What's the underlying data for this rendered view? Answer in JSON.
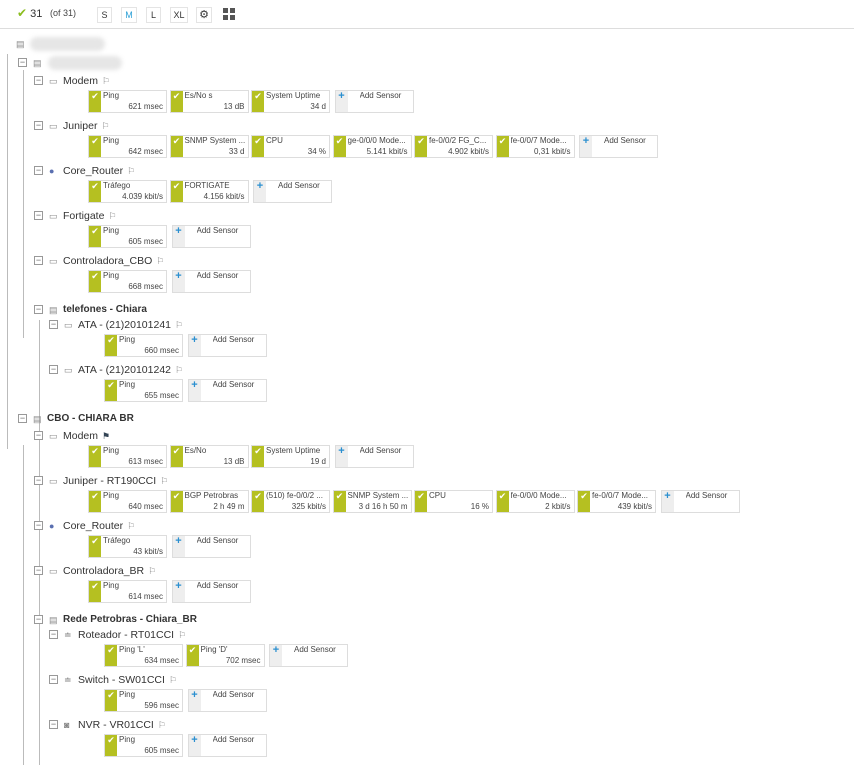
{
  "toolbar": {
    "count": "31",
    "of": "(of 31)",
    "sizes": [
      "S",
      "M",
      "L",
      "XL"
    ],
    "active_size": "M"
  },
  "add_label": "Add Sensor",
  "tree": [
    {
      "type": "blurred",
      "level": 0
    },
    {
      "type": "blurred",
      "level": 1
    },
    {
      "type": "device",
      "level": 2,
      "icon": "modem-icon",
      "name": "Modem",
      "flag": "outline",
      "sensors": [
        [
          "Ping",
          "621 msec"
        ],
        [
          "Es/No s",
          "13 dB"
        ],
        [
          "System Uptime",
          "34 d"
        ]
      ]
    },
    {
      "type": "device",
      "level": 2,
      "icon": "modem-icon",
      "name": "Juniper",
      "flag": "outline",
      "sensors": [
        [
          "Ping",
          "642 msec"
        ],
        [
          "SNMP System ...",
          "33 d"
        ],
        [
          "CPU",
          "34 %"
        ],
        [
          "ge-0/0/0 Mode...",
          "5.141 kbit/s"
        ],
        [
          "fe-0/0/2 FG_C...",
          "4.902 kbit/s"
        ],
        [
          "fe-0/0/7 Mode...",
          "0,31 kbit/s"
        ]
      ]
    },
    {
      "type": "device",
      "level": 2,
      "icon": "router-icon",
      "name": "Core_Router",
      "flag": "outline",
      "sensors": [
        [
          "Tráfego",
          "4.039 kbit/s"
        ],
        [
          "FORTIGATE",
          "4.156 kbit/s"
        ]
      ]
    },
    {
      "type": "device",
      "level": 2,
      "icon": "modem-icon",
      "name": "Fortigate",
      "flag": "outline",
      "sensors": [
        [
          "Ping",
          "605 msec"
        ]
      ]
    },
    {
      "type": "device",
      "level": 2,
      "icon": "modem-icon",
      "name": "Controladora_CBO",
      "flag": "outline",
      "sensors": [
        [
          "Ping",
          "668 msec"
        ]
      ]
    },
    {
      "type": "group",
      "level": 2,
      "name": "telefones - Chiara"
    },
    {
      "type": "device",
      "level": 3,
      "icon": "modem-icon",
      "name": "ATA - (21)20101241",
      "flag": "outline",
      "sensors": [
        [
          "Ping",
          "660 msec"
        ]
      ]
    },
    {
      "type": "device",
      "level": 3,
      "icon": "modem-icon",
      "name": "ATA - (21)20101242",
      "flag": "outline",
      "sensors": [
        [
          "Ping",
          "655 msec"
        ]
      ]
    },
    {
      "type": "group",
      "level": 1,
      "name": "CBO - CHIARA BR"
    },
    {
      "type": "device",
      "level": 2,
      "icon": "modem-icon",
      "name": "Modem",
      "flag": "filled",
      "sensors": [
        [
          "Ping",
          "613 msec"
        ],
        [
          "Es/No",
          "13 dB"
        ],
        [
          "System Uptime",
          "19 d"
        ]
      ]
    },
    {
      "type": "device",
      "level": 2,
      "icon": "modem-icon",
      "name": "Juniper - RT190CCI",
      "flag": "outline",
      "sensors": [
        [
          "Ping",
          "640 msec"
        ],
        [
          "BGP Petrobras",
          "2 h 49 m"
        ],
        [
          "(510) fe-0/0/2 ...",
          "325 kbit/s"
        ],
        [
          "SNMP System ...",
          "3 d 16 h 50 m"
        ],
        [
          "CPU",
          "16 %"
        ],
        [
          "fe-0/0/0 Mode...",
          "2 kbit/s"
        ],
        [
          "fe-0/0/7 Mode...",
          "439 kbit/s"
        ]
      ]
    },
    {
      "type": "device",
      "level": 2,
      "icon": "router-icon",
      "name": "Core_Router",
      "flag": "outline",
      "sensors": [
        [
          "Tráfego",
          "43 kbit/s"
        ]
      ]
    },
    {
      "type": "device",
      "level": 2,
      "icon": "modem-icon",
      "name": "Controladora_BR",
      "flag": "outline",
      "sensors": [
        [
          "Ping",
          "614 msec"
        ]
      ]
    },
    {
      "type": "group",
      "level": 2,
      "name": "Rede Petrobras - Chiara_BR"
    },
    {
      "type": "device",
      "level": 3,
      "icon": "switch-icon",
      "name": "Roteador - RT01CCI",
      "flag": "outline",
      "sensors": [
        [
          "Ping 'L'",
          "634 msec"
        ],
        [
          "Ping 'D'",
          "702 msec"
        ]
      ]
    },
    {
      "type": "device",
      "level": 3,
      "icon": "switch-icon",
      "name": "Switch - SW01CCI",
      "flag": "outline",
      "sensors": [
        [
          "Ping",
          "596 msec"
        ]
      ]
    },
    {
      "type": "device",
      "level": 3,
      "icon": "camera-icon",
      "name": "NVR - VR01CCI",
      "flag": "outline",
      "sensors": [
        [
          "Ping",
          "605 msec"
        ]
      ]
    }
  ]
}
